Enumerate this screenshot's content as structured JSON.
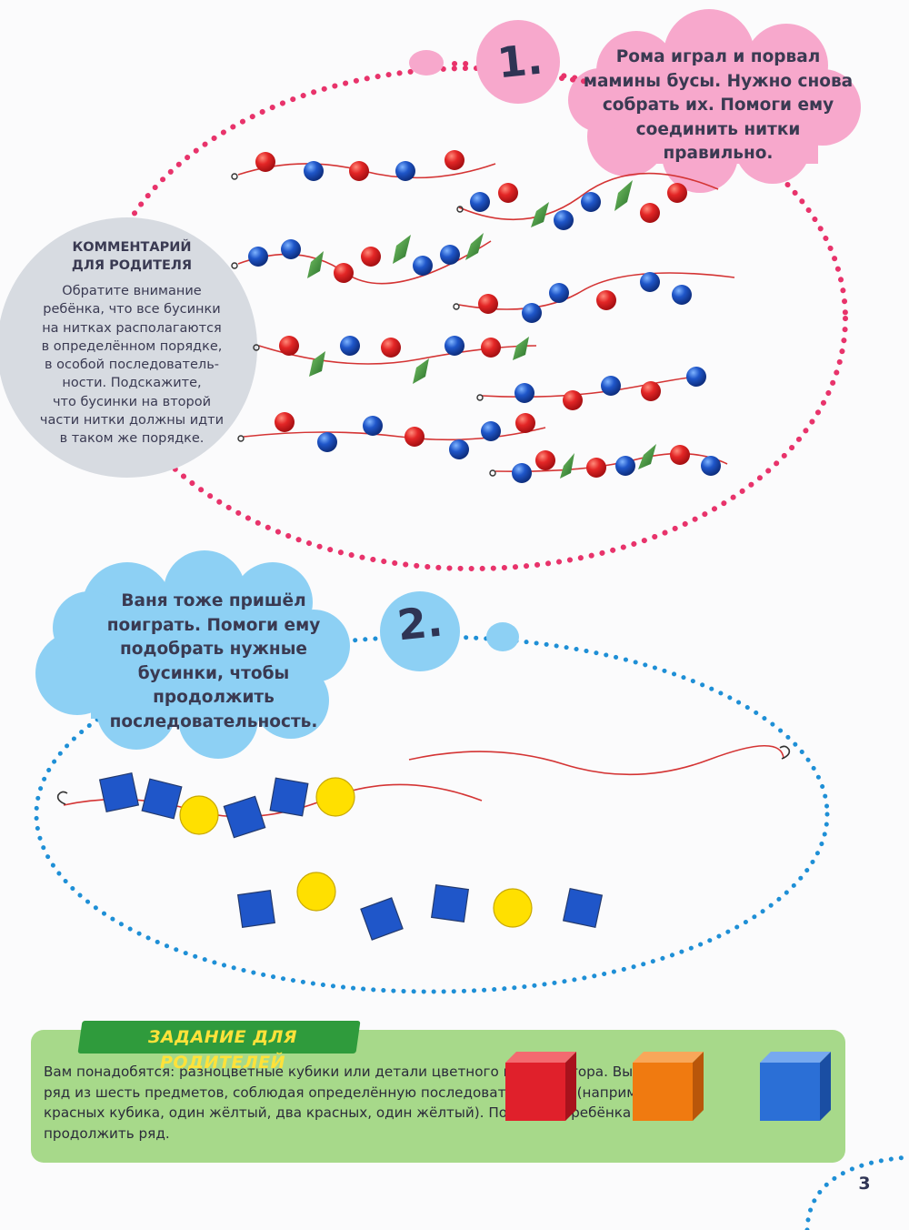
{
  "task1": {
    "number": "1.",
    "cloud_text": "Рома играл и порвал\nмамины бусы. Нужно снова\nсобрать их. Помоги ему\nсоединить нитки\nправильно."
  },
  "parent_comment": {
    "title": "КОММЕНТАРИЙ\nДЛЯ РОДИТЕЛЯ",
    "text": "Обратите внимание\nребёнка, что все бусинки\nна нитках располагаются\nв определённом порядке,\nв особой последователь-\nности. Подскажите,\nчто бусинки на второй\nчасти нитки должны идти\nв таком же порядке."
  },
  "task2": {
    "number": "2.",
    "cloud_text": "Ваня тоже пришёл\nпоиграть. Помоги ему\nподобрать нужные\nбусинки, чтобы продолжить\nпоследовательность."
  },
  "parents_task": {
    "title": "ЗАДАНИЕ ДЛЯ РОДИТЕЛЕЙ",
    "text": "Вам понадобятся: разноцветные кубики или детали цветного конструктора. Выложите ряд из шесть предметов, соблюдая определённую последовательность (например, два красных кубика, один жёлтый, два красных, один жёлтый). Попросите ребёнка продолжить ряд."
  },
  "page_number": "3",
  "colors": {
    "pink_dots": "#e8336b",
    "blue_dots": "#1e8fd6",
    "pink_cloud": "#f7a8cc",
    "blue_cloud": "#8dd0f4",
    "comment_circle": "#d7dbe1",
    "red_bead": "#e32626",
    "blue_bead": "#1f56c9",
    "green_bead": "#3f9a3c",
    "yellow_bead": "#ffe000",
    "cube_red": "#e0202b",
    "cube_orange": "#f07a10",
    "cube_blue": "#2b6fd6",
    "task_green": "#a7d98a",
    "task_title_green": "#2f9b3c"
  },
  "icons": [
    "hook-icon",
    "red-bead",
    "blue-bead",
    "green-diamond-bead",
    "yellow-circle-bead",
    "blue-square-bead",
    "cube-icon"
  ]
}
